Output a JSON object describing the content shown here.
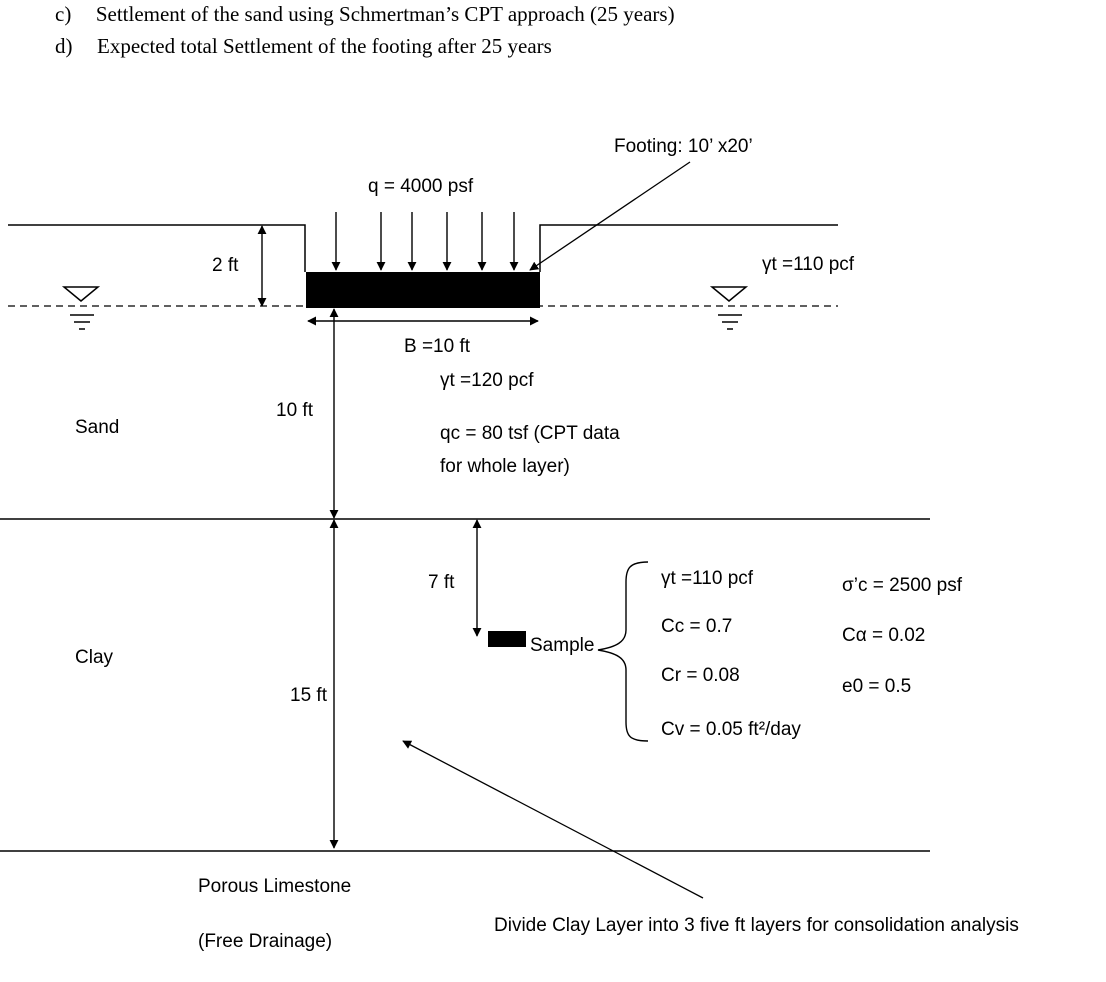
{
  "questions": [
    {
      "label": "c)",
      "text": "Settlement of the sand using Schmertman’s CPT approach (25 years)"
    },
    {
      "label": "d)",
      "text": "Expected total Settlement of the footing after 25 years"
    }
  ],
  "diagram": {
    "footing_label": "Footing:  10’ x20’",
    "load": "q = 4000 psf",
    "embedment": "2 ft",
    "unit_weight_upper": "γt =110  pcf",
    "width": "B =10 ft",
    "sand_unit_weight": "γt =120  pcf",
    "sand_thickness": "10 ft",
    "sand_layer": "Sand",
    "cpt_line1": "qc = 80 tsf (CPT data",
    "cpt_line2": "for whole layer)",
    "sample_depth": "7 ft",
    "sample_label": "Sample",
    "clay_layer": "Clay",
    "clay_thickness": "15 ft",
    "clay_props": {
      "gamma": "γt =110  pcf",
      "cc": "Cc = 0.7",
      "cr": "Cr = 0.08",
      "cv": "Cv = 0.05 ft²/day",
      "sigma_c": "σ’c = 2500  psf",
      "c_alpha": "Cα =  0.02",
      "e0": "e0 = 0.5"
    },
    "bottom_layer_line1": "Porous Limestone",
    "bottom_layer_line2": "(Free Drainage)",
    "note": "Divide Clay Layer into 3 five ft layers for consolidation analysis"
  }
}
